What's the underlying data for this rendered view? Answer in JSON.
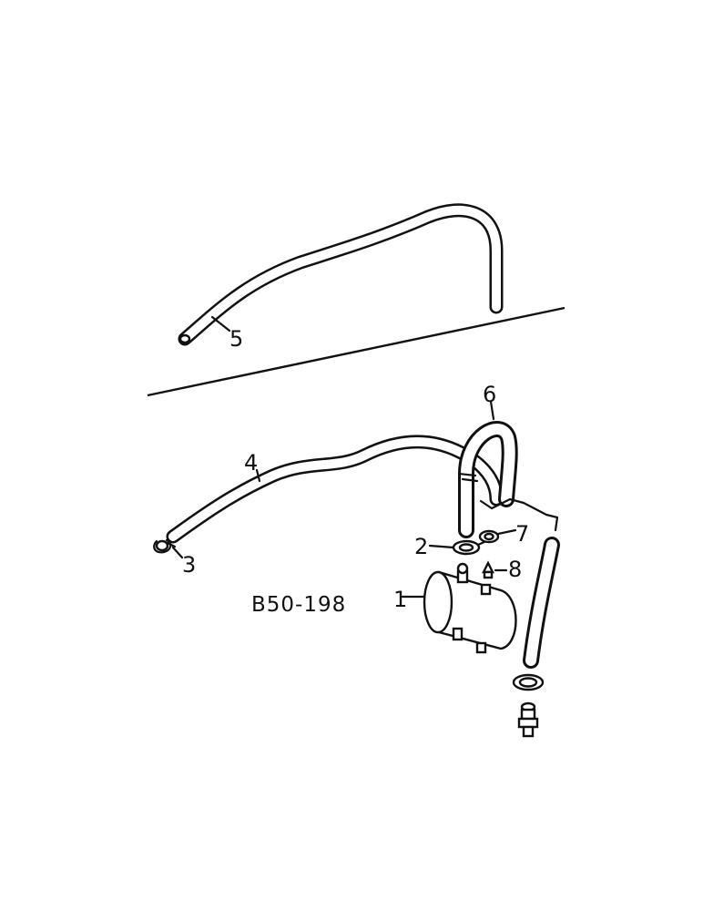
{
  "figure_code": "B50-198",
  "callouts": {
    "c1": "1",
    "c2": "2",
    "c3": "3",
    "c4": "4",
    "c5": "5",
    "c6": "6",
    "c7": "7",
    "c8": "8"
  }
}
